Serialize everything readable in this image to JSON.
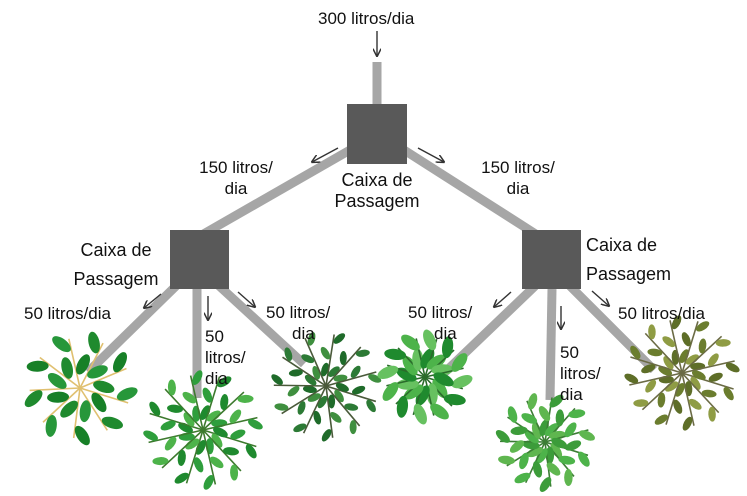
{
  "input": {
    "flow": "300 litros/dia"
  },
  "boxes": {
    "center": {
      "line1": "Caixa de",
      "line2": "Passagem"
    },
    "left": {
      "line1": "Caixa de",
      "line2": "Passagem"
    },
    "right": {
      "line1": "Caixa de",
      "line2": "Passagem"
    }
  },
  "level1": {
    "left": {
      "line1": "150 litros/",
      "line2": "dia"
    },
    "right": {
      "line1": "150 litros/",
      "line2": "dia"
    }
  },
  "level2": {
    "left_a": {
      "line1": "50 litros/dia"
    },
    "left_b": {
      "line1": "50",
      "line2": "litros/",
      "line3": "dia"
    },
    "left_c": {
      "line1": "50 litros/",
      "line2": "dia"
    },
    "right_a": {
      "line1": "50 litros/",
      "line2": "dia"
    },
    "right_b": {
      "line1": "50",
      "line2": "litros/",
      "line3": "dia"
    },
    "right_c": {
      "line1": "50 litros/dia"
    }
  },
  "colors": {
    "pipe": "#a6a6a6",
    "box": "#595959",
    "leaf_dark": "#1f8a2e",
    "leaf_light": "#4db34a",
    "leaf_olive": "#6b7d2e",
    "leaf_olive_light": "#8f9c44"
  }
}
